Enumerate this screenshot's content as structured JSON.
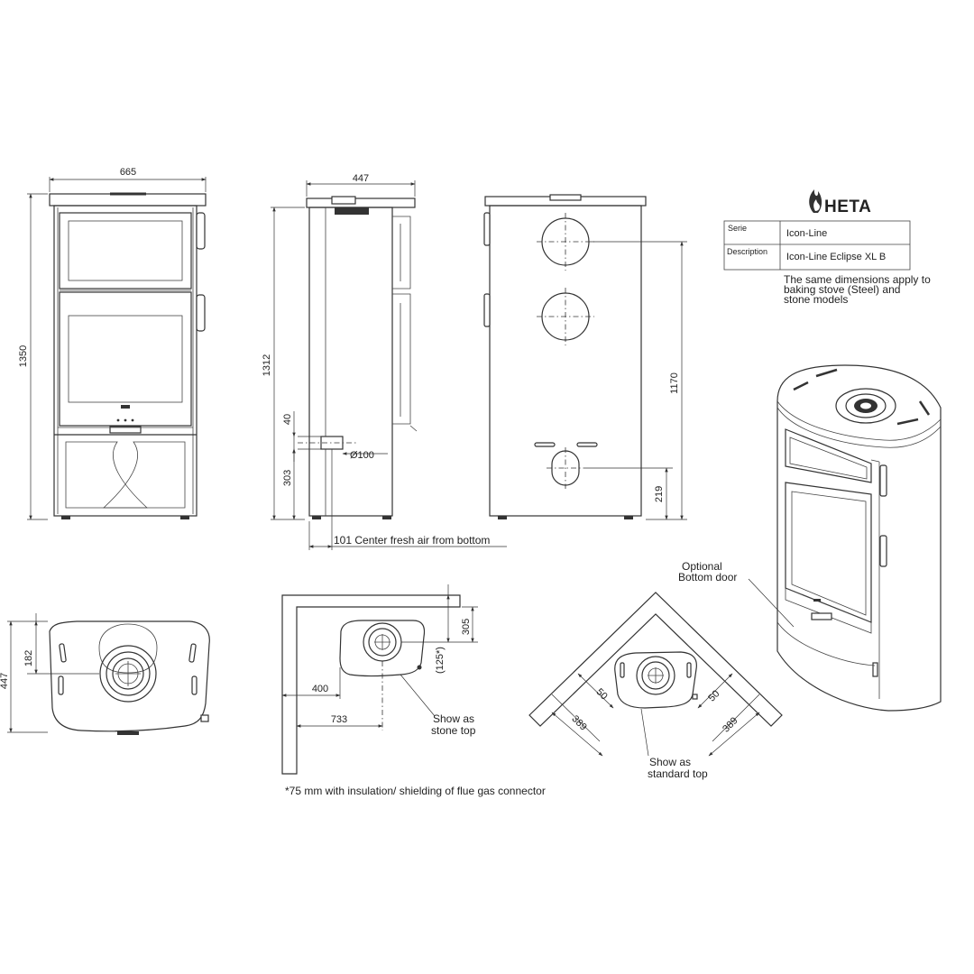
{
  "brand": {
    "name": "HETA",
    "logo_icon": "flame-icon"
  },
  "info_table": {
    "rows": [
      {
        "label": "Serie",
        "value": "Icon-Line"
      },
      {
        "label": "Description",
        "value": "Icon-Line Eclipse XL B"
      }
    ],
    "note_lines": [
      "The same dimensions apply to",
      "baking stove (Steel) and",
      "stone models"
    ]
  },
  "dimensions": {
    "front_width": "665",
    "front_height": "1350",
    "side_depth": "447",
    "side_height": "1312",
    "side_40": "40",
    "side_303": "303",
    "fresh_air_diameter": "Ø100",
    "fresh_air_note": "101 Center fresh air from bottom",
    "back_1170": "1170",
    "back_219": "219",
    "top_depth": "447",
    "top_182": "182",
    "wall_305": "305",
    "wall_125": "(125*)",
    "wall_400": "400",
    "wall_733": "733",
    "corner_50_left": "50",
    "corner_389_left": "389",
    "corner_50_right": "50",
    "corner_389_right": "389"
  },
  "labels": {
    "optional_door": [
      "Optional",
      "Bottom door"
    ],
    "stone_top": [
      "Show as",
      "stone top"
    ],
    "standard_top": [
      "Show as",
      "standard top"
    ]
  },
  "footnote": "*75 mm with insulation/ shielding of flue gas connector"
}
